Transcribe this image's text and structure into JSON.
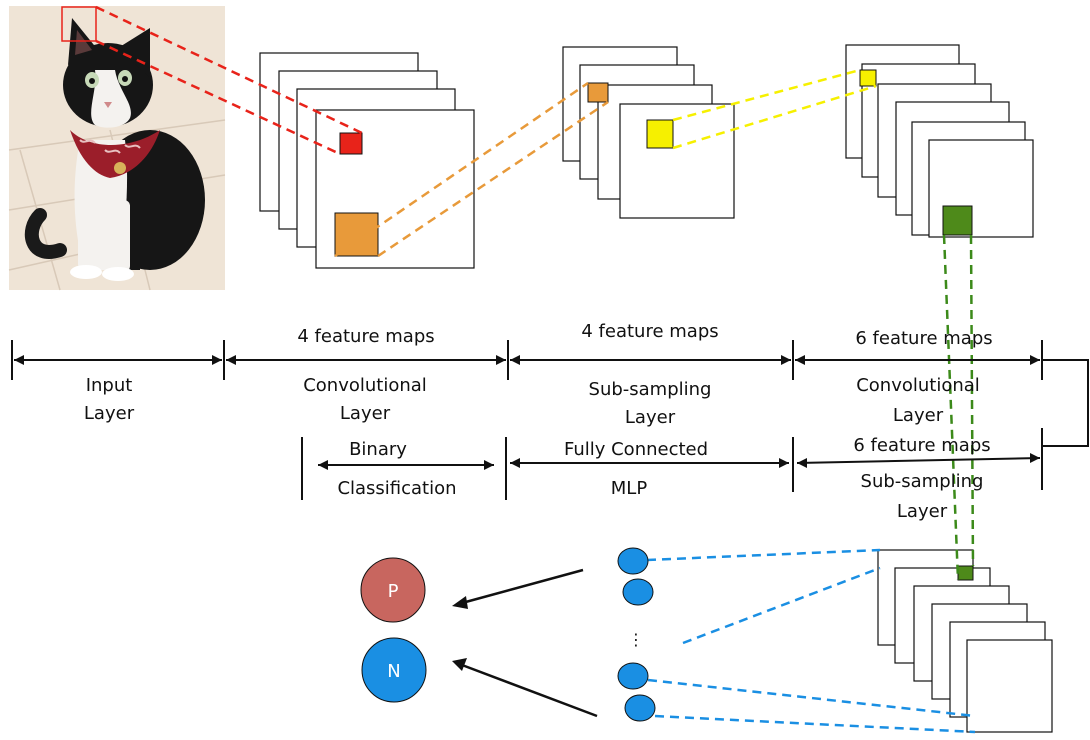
{
  "labels": {
    "input_layer": [
      "Input",
      "Layer"
    ],
    "conv1_maps": "4 feature maps",
    "conv1_layer": [
      "Convolutional",
      "Layer"
    ],
    "sub1_maps": "4 feature maps",
    "sub1_layer": [
      "Sub-sampling",
      "Layer"
    ],
    "conv2_maps": "6 feature maps",
    "conv2_layer": [
      "Convolutional",
      "Layer"
    ],
    "sub2_maps": "6 feature maps",
    "sub2_layer": [
      "Sub-sampling",
      "Layer"
    ],
    "binary": [
      "Binary",
      "Classification"
    ],
    "fully_connected": "Fully Connected",
    "mlp": "MLP"
  },
  "outputs": {
    "positive": "P",
    "negative": "N"
  },
  "ellipsis": "⋮",
  "colors": {
    "red": "#e8231a",
    "orange": "#e89a3a",
    "yellow": "#f6f000",
    "green": "#4e8a1a",
    "blue": "#1a8fe3",
    "p_circle": "#c8665f",
    "n_circle": "#1a8fe3"
  },
  "icons": {
    "input_image": "kitten-photo"
  }
}
